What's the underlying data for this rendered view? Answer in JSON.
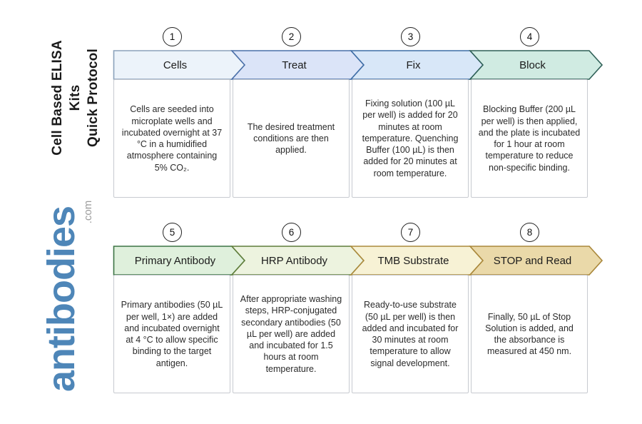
{
  "page": {
    "background": "#ffffff"
  },
  "sidebar": {
    "title_line1": "Cell Based ELISA Kits",
    "title_line2": "Quick Protocol",
    "logo_text": "antibodies",
    "logo_suffix": ".com",
    "logo_color": "#4e86b8"
  },
  "rows": [
    {
      "steps": [
        {
          "number": "1",
          "label": "Cells",
          "fill": "#ecf3fa",
          "stroke": "#8ba2bb",
          "description": "Cells are seeded into microplate wells and incubated overnight at 37 °C in a humidified atmosphere containing 5% CO₂."
        },
        {
          "number": "2",
          "label": "Treat",
          "fill": "#dbe4f8",
          "stroke": "#4b70a9",
          "description": "The desired treatment conditions are then applied."
        },
        {
          "number": "3",
          "label": "Fix",
          "fill": "#d8e7f8",
          "stroke": "#3f6ea6",
          "description": "Fixing solution (100 µL per well) is added for 20 minutes at room temperature. Quenching Buffer (100 µL) is then added for 20 minutes at room temperature."
        },
        {
          "number": "4",
          "label": "Block",
          "fill": "#d0ebe2",
          "stroke": "#2f6057",
          "description": "Blocking Buffer (200 µL per well) is then applied, and the plate is incubated for 1 hour at room temperature to reduce non-specific binding."
        }
      ]
    },
    {
      "steps": [
        {
          "number": "5",
          "label": "Primary Antibody",
          "fill": "#dff0dc",
          "stroke": "#3c7444",
          "description": "Primary antibodies (50 µL per well, 1×) are added and incubated overnight at 4 °C to allow specific binding to the target antigen."
        },
        {
          "number": "6",
          "label": "HRP Antibody",
          "fill": "#edf3df",
          "stroke": "#5f7d3a",
          "description": "After appropriate washing steps, HRP-conjugated secondary antibodies (50 µL per well) are added and incubated for 1.5 hours at room temperature."
        },
        {
          "number": "7",
          "label": "TMB Substrate",
          "fill": "#f7f2d5",
          "stroke": "#ab8a3c",
          "description": "Ready-to-use substrate (50 µL per well) is then added and incubated for 30 minutes at room temperature to allow signal development."
        },
        {
          "number": "8",
          "label": "STOP and Read",
          "fill": "#ead9a9",
          "stroke": "#a9873a",
          "description": "Finally, 50 µL of Stop Solution is added, and the absorbance is measured at 450 nm."
        }
      ]
    }
  ]
}
